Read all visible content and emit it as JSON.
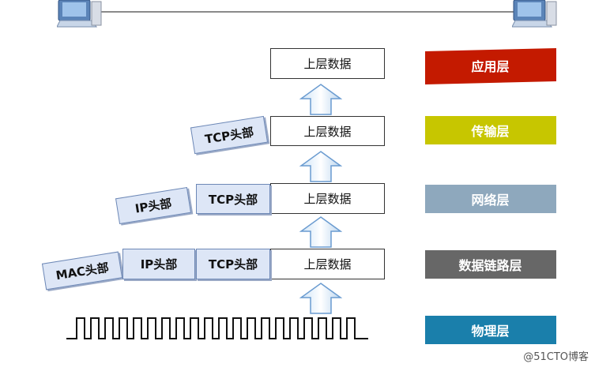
{
  "data_block": "上层数据",
  "headers": {
    "tcp": "TCP头部",
    "ip": "IP头部",
    "mac": "MAC头部"
  },
  "layers": [
    {
      "label": "应用层",
      "color": "#c41a00"
    },
    {
      "label": "传输层",
      "color": "#c7c600"
    },
    {
      "label": "网络层",
      "color": "#8ea8bd"
    },
    {
      "label": "数据链路层",
      "color": "#676767"
    },
    {
      "label": "物理层",
      "color": "#1a7fab"
    }
  ],
  "icons": [
    "computer-icon",
    "up-arrow-icon",
    "square-wave-signal"
  ],
  "watermark": "@51CTO博客"
}
